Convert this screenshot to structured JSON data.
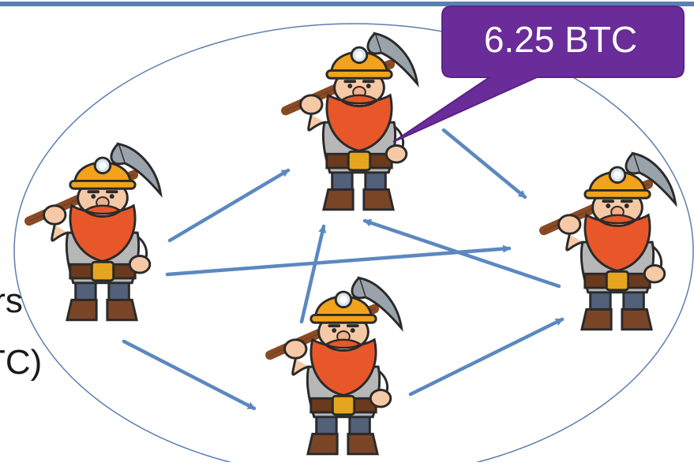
{
  "slide": {
    "cut_text_lines": [
      "ırs",
      "TC)"
    ],
    "callout": {
      "text": "6.25 BTC",
      "color": "#6a2c99"
    },
    "colors": {
      "top_rule": "#5b7fb0",
      "ellipse": "#5b7fb0",
      "arrow": "#5b88c0",
      "helmet": "#f2a21b",
      "beard": "#e8572a",
      "skin": "#f6c9a6",
      "shirt": "#b7b7b7",
      "pants": "#52607a",
      "boots": "#7a4526",
      "belt": "#6b3a1c",
      "buckle": "#e5a51e",
      "pick_handle": "#8a4a23",
      "pick_head": "#9aa3ab",
      "outline": "#2a2a2a"
    },
    "miners": [
      {
        "name": "miner-top",
        "icon": "miner-icon"
      },
      {
        "name": "miner-left",
        "icon": "miner-icon"
      },
      {
        "name": "miner-right",
        "icon": "miner-icon"
      },
      {
        "name": "miner-bottom",
        "icon": "miner-icon"
      }
    ]
  }
}
